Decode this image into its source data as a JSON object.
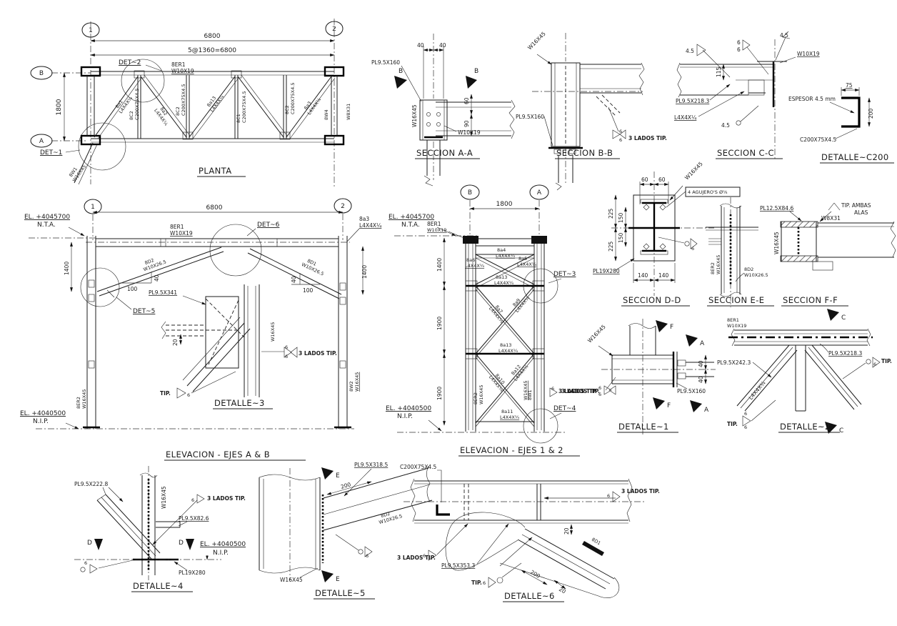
{
  "sizes": {
    "angle": "L4X4X¼",
    "w16": "W16X45",
    "w10": "W10X19",
    "c200": "C200X75X4.5",
    "w8": "W8X31",
    "kicker": "W10X26.5"
  },
  "welds": {
    "lados": "3 LADOS TIP.",
    "tip": "TIP.",
    "s6": "6",
    "s45": "4.5"
  },
  "elev": {
    "top": "EL. +4045700",
    "top_ref": "N.T.A.",
    "bot": "EL. +4040500",
    "bot_ref": "N.I.P."
  },
  "planta": {
    "title": "PLANTA",
    "g1": "1",
    "g2": "2",
    "gB": "B",
    "gA": "A",
    "dim_overall": "6800",
    "dim_bays": "5@1360=6800",
    "dim_depth": "1800",
    "det1": "DET~1",
    "det2": "DET~2",
    "m_er1": "8ER1",
    "m_c2": "8C2",
    "m_c1": "8C1",
    "m_a1": "8a1",
    "m_a2": "8a2",
    "m_a13": "8a13",
    "m_a3": "8a3",
    "m_w1": "8W1",
    "m_w4": "8W4"
  },
  "sec_a": {
    "title": "SECCION A-A",
    "pl": "PL9.5X160",
    "d40": "40",
    "d60": "60",
    "d90": "90",
    "cut": "B"
  },
  "sec_b": {
    "title": "SECCION B-B",
    "pl": "PL9.5X160"
  },
  "sec_c": {
    "title": "SECCION C-C",
    "pl": "PL9.5X218.3",
    "d115": "115"
  },
  "det_c200": {
    "title": "DETALLE~C200",
    "d75": "75",
    "d200": "200",
    "espesor": "ESPESOR 4.5 mm"
  },
  "elev_ab": {
    "title": "ELEVACION - EJES A & B",
    "g1": "1",
    "g2": "2",
    "dim": "6800",
    "d1400": "1400",
    "d100": "100",
    "d40": "40",
    "det5": "DET~5",
    "det6": "DET~6",
    "m_er1": "8ER1",
    "m_a3": "8a3",
    "m_d2": "8D2",
    "m_d1": "8D1",
    "m_w2": "8W2",
    "m_er2": "8ER2",
    "det3": {
      "title": "DETALLE~3",
      "pl": "PL9.5X341",
      "d20": "20"
    }
  },
  "elev_12": {
    "title": "ELEVACION - EJES 1 & 2",
    "gB": "B",
    "gA": "A",
    "dim": "1800",
    "d1400": "1400",
    "d1900": "1900",
    "det3": "DET~3",
    "det4": "DET~4",
    "m_er1": "8ER1",
    "m_a4": "8a4",
    "m_a5": "8a5",
    "m_a6": "8a6",
    "m_a13": "8a13",
    "m_a7": "8a7",
    "m_a9": "8a9",
    "m_a10": "8a10",
    "m_a12": "8a12",
    "m_a11": "8a11",
    "m_er2": "8ER2",
    "m_w1": "8W1"
  },
  "sec_d": {
    "title": "SECCION D-D",
    "pl": "PL19X280",
    "holes": "4 AGUJERO'S Ø⅝",
    "d60": "60",
    "d225": "225",
    "d150": "150",
    "d140": "140"
  },
  "sec_e": {
    "title": "SECCION E-E",
    "m_er2": "8ER2",
    "m_d2": "8D2"
  },
  "sec_f": {
    "title": "SECCION F-F",
    "pl": "PL12.5X84.6",
    "tip_ambas": "TIP. AMBAS",
    "alas": "ALAS"
  },
  "det1": {
    "title": "DETALLE~1",
    "pl160": "PL9.5X160",
    "d40": "40",
    "cutF": "F",
    "cutA": "A"
  },
  "det2": {
    "title": "DETALLE~2",
    "pl218": "PL9.5X218.3",
    "pl242": "PL9.5X242.3",
    "m_er1": "8ER1",
    "cutC": "C"
  },
  "det4": {
    "title": "DETALLE~4",
    "pl222": "PL9.5X222.8",
    "pl82": "PL9.5X82.6",
    "pl19": "PL19X280",
    "cutD": "D"
  },
  "det5": {
    "title": "DETALLE~5",
    "pl318": "PL9.5X318.5",
    "d200": "200",
    "m_d2": "8D2",
    "cutE": "E"
  },
  "det6": {
    "title": "DETALLE~6",
    "pl353": "PL9.5X353.3",
    "d200": "200",
    "d20": "20",
    "m_d1": "8D1"
  }
}
